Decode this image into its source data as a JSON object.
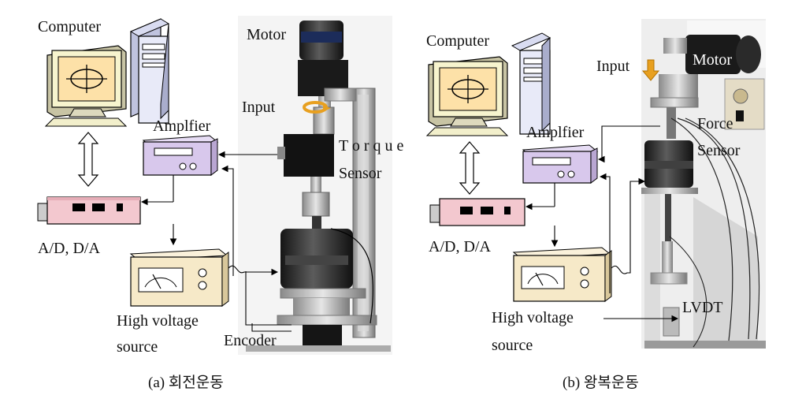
{
  "panel_a": {
    "computer": "Computer",
    "motor": "Motor",
    "input": "Input",
    "amplifier": "Amplfier",
    "torque_line1": "T o r q u e",
    "torque_line2": "Sensor",
    "adda": "A/D,  D/A",
    "hv_line1": "High  voltage",
    "hv_line2": "source",
    "encoder": "Encoder",
    "caption": "(a)  회전운동"
  },
  "panel_b": {
    "computer": "Computer",
    "input": "Input",
    "motor": "Motor",
    "amplifier": "Amplfier",
    "force_line1": "Force",
    "force_line2": "Sensor",
    "adda": "A/D,  D/A",
    "hv_line1": "High  voltage",
    "hv_line2": "source",
    "lvdt": "LVDT",
    "caption": "(b)  왕복운동"
  },
  "colors": {
    "monitor": "#f7f4ce",
    "monitor_screen": "#fde1a8",
    "tower": "#e8eaf8",
    "amplifier": "#d8c8ec",
    "daq_card": "#f3c8cf",
    "hv_source": "#f6e9c8",
    "input_arrow": "#e8a020"
  }
}
